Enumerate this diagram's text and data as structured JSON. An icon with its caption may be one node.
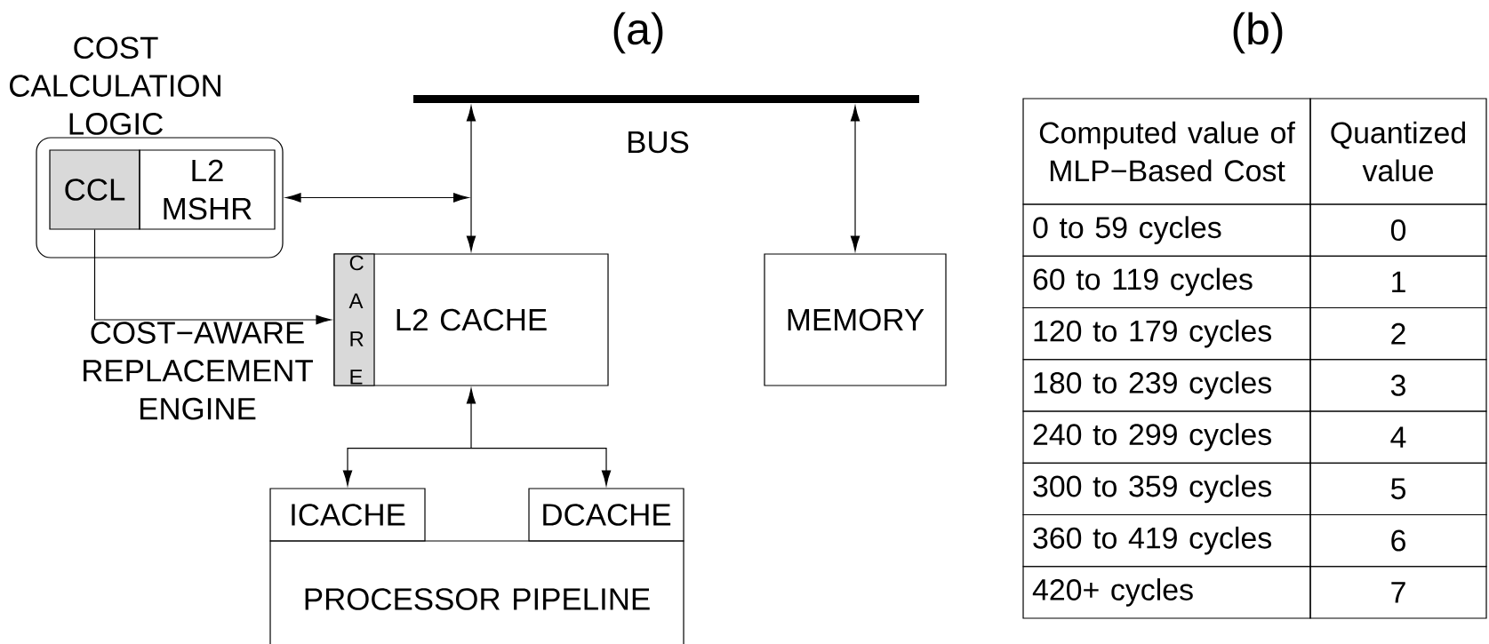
{
  "diagram": {
    "nodes": [
      {
        "text": [
          "COST CALCULATION LOGIC"
        ]
      },
      {
        "text": [
          "CCL"
        ],
        "in": 0
      },
      {
        "text": [
          "L2 MSHR"
        ],
        "in": 0
      },
      {
        "text": [
          "BUS"
        ]
      },
      {
        "text": [
          "L2 CACHE"
        ]
      },
      {
        "text": [
          "C A R E"
        ],
        "in": 4,
        "beside": [
          "COST−AWARE REPLACEMENT ENGINE"
        ]
      },
      {
        "text": [
          "MEMORY"
        ]
      },
      {
        "text": [
          "ICACHE"
        ]
      },
      {
        "text": [
          "DCACHE"
        ]
      },
      {
        "text": [
          "PROCESSOR PIPELINE"
        ]
      }
    ],
    "edges": [
      {
        "from": 1,
        "to": 5,
        "arrow": "to"
      },
      {
        "from": 0,
        "to": null,
        "arrow": "both"
      },
      {
        "from": 3,
        "to": 4,
        "arrow": "both"
      },
      {
        "from": 3,
        "to": 6,
        "arrow": "both"
      },
      {
        "from": 4,
        "to": 7,
        "arrow": "both"
      },
      {
        "from": 4,
        "to": 8,
        "arrow": "both"
      }
    ],
    "labels": [
      "(a)",
      "(b)",
      "Computed value of MLP−Based Cost",
      "Quantized value",
      "0 to 59 cycles",
      "0",
      "60 to 119 cycles",
      "1",
      "120 to 179 cycles",
      "2",
      "180 to 239 cycles",
      "3",
      "240 to 299 cycles",
      "4",
      "300 to 359 cycles",
      "5",
      "360 to 419 cycles",
      "6",
      "420+ cycles",
      "7"
    ]
  }
}
